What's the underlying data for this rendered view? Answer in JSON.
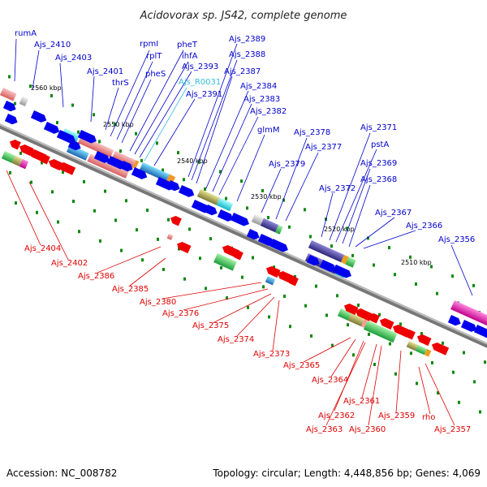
{
  "title": "Acidovorax sp. JS42, complete genome",
  "accession": "Accession: NC_008782",
  "summary": "Topology: circular; Length: 4,448,856 bp; Genes: 4,069",
  "colors": {
    "forward_label": "#0000cc",
    "rna_label": "#33bbdd",
    "reverse_label": "#dd0000",
    "forward_arrow": "#0000ee",
    "reverse_arrow": "#ee0000",
    "backbone": "#888888",
    "tick": "#118811"
  },
  "scale": [
    "2560 kbp",
    "2550 kbp",
    "2540 kbp",
    "2530 kbp",
    "2520 kbp",
    "2510 kbp"
  ],
  "forward_labels": [
    "rumA",
    "Ajs_2410",
    "Ajs_2403",
    "Ajs_2401",
    "thrS",
    "rpmI",
    "rplT",
    "pheS",
    "pheT",
    "ihfA",
    "Ajs_2393",
    "Ajs_R0031",
    "Ajs_2391",
    "Ajs_2389",
    "Ajs_2388",
    "Ajs_2387",
    "Ajs_2384",
    "Ajs_2383",
    "Ajs_2382",
    "glmM",
    "Ajs_2379",
    "Ajs_2378",
    "Ajs_2377",
    "Ajs_2372",
    "Ajs_2371",
    "pstA",
    "Ajs_2369",
    "Ajs_2368",
    "Ajs_2367",
    "Ajs_2366",
    "Ajs_2356"
  ],
  "reverse_labels": [
    "Ajs_2404",
    "Ajs_2402",
    "Ajs_2386",
    "Ajs_2385",
    "Ajs_2380",
    "Ajs_2376",
    "Ajs_2375",
    "Ajs_2374",
    "Ajs_2373",
    "Ajs_2365",
    "Ajs_2364",
    "Ajs_2362",
    "Ajs_2363",
    "Ajs_2361",
    "Ajs_2360",
    "Ajs_2359",
    "rho",
    "Ajs_2357"
  ]
}
